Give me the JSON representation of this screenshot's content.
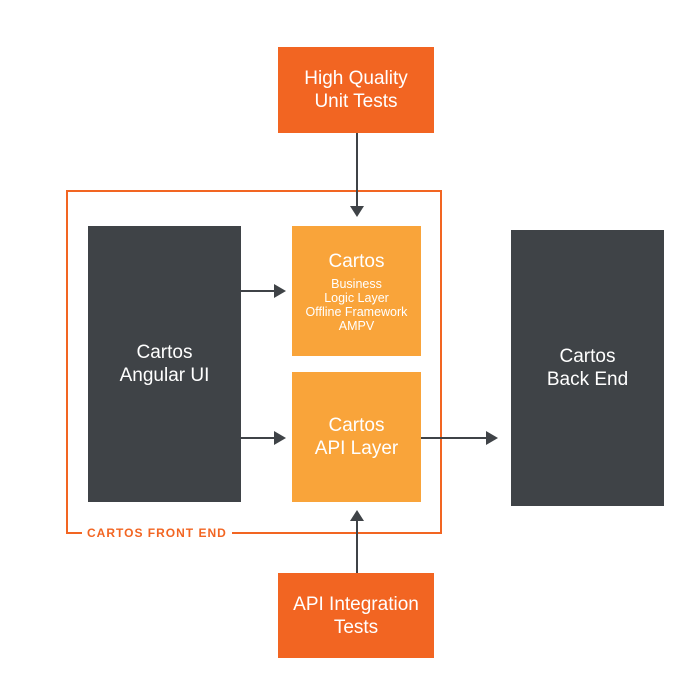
{
  "colors": {
    "orange": "#f26522",
    "amber": "#f9a43a",
    "dark": "#3f4347",
    "arrow": "#3f4347",
    "background": "#ffffff"
  },
  "boxes": {
    "unit_tests": {
      "line1": "High Quality",
      "line2": "Unit Tests"
    },
    "angular_ui": {
      "line1": "Cartos",
      "line2": "Angular UI"
    },
    "business": {
      "title": "Cartos",
      "items": [
        "Business",
        "Logic Layer",
        "Offline Framework",
        "AMPV"
      ]
    },
    "api_layer": {
      "line1": "Cartos",
      "line2": "API Layer"
    },
    "back_end": {
      "line1": "Cartos",
      "line2": "Back End"
    },
    "integration_tests": {
      "line1": "API Integration",
      "line2": "Tests"
    }
  },
  "frame": {
    "label": "CARTOS FRONT END"
  }
}
